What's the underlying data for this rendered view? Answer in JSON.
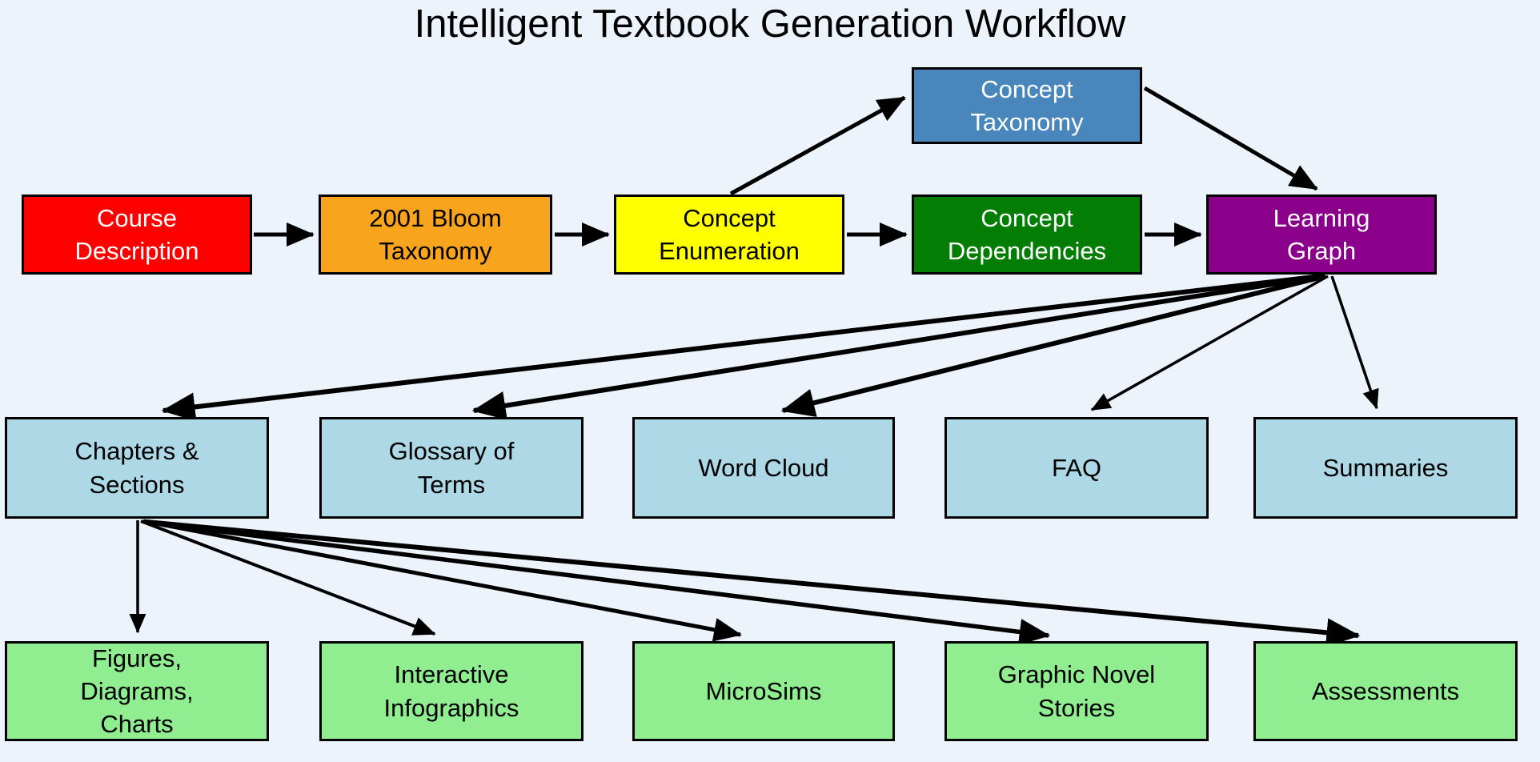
{
  "title": "Intelligent Textbook Generation Workflow",
  "colors": {
    "background": "#ECF3FB",
    "border": "#000000",
    "arrow": "#000000",
    "red": "#FF0000",
    "orange": "#F9A41D",
    "yellow": "#FFFF00",
    "green": "#047D04",
    "purple": "#8B008B",
    "steel_blue": "#4886BB",
    "light_blue": "#ADD8E6",
    "light_green": "#90EE90"
  },
  "nodes": {
    "course_description": {
      "lines": [
        "Course",
        "Description"
      ],
      "fill": "#FF0000",
      "text_color": "#FFFFFF"
    },
    "bloom_taxonomy": {
      "lines": [
        "2001 Bloom",
        "Taxonomy"
      ],
      "fill": "#F9A41D",
      "text_color": "#000000"
    },
    "concept_enumeration": {
      "lines": [
        "Concept",
        "Enumeration"
      ],
      "fill": "#FFFF00",
      "text_color": "#000000"
    },
    "concept_dependencies": {
      "lines": [
        "Concept",
        "Dependencies"
      ],
      "fill": "#047D04",
      "text_color": "#FFFFFF"
    },
    "learning_graph": {
      "lines": [
        "Learning",
        "Graph"
      ],
      "fill": "#8B008B",
      "text_color": "#FFFFFF"
    },
    "concept_taxonomy": {
      "lines": [
        "Concept",
        "Taxonomy"
      ],
      "fill": "#4886BB",
      "text_color": "#FFFFFF"
    },
    "chapters_sections": {
      "lines": [
        "Chapters &",
        "Sections"
      ],
      "fill": "#ADD8E6",
      "text_color": "#000000"
    },
    "glossary_of_terms": {
      "lines": [
        "Glossary of",
        "Terms"
      ],
      "fill": "#ADD8E6",
      "text_color": "#000000"
    },
    "word_cloud": {
      "lines": [
        "Word Cloud"
      ],
      "fill": "#ADD8E6",
      "text_color": "#000000"
    },
    "faq": {
      "lines": [
        "FAQ"
      ],
      "fill": "#ADD8E6",
      "text_color": "#000000"
    },
    "summaries": {
      "lines": [
        "Summaries"
      ],
      "fill": "#ADD8E6",
      "text_color": "#000000"
    },
    "figures_diagrams_charts": {
      "lines": [
        "Figures,",
        "Diagrams,",
        "Charts"
      ],
      "fill": "#90EE90",
      "text_color": "#000000"
    },
    "interactive_infographics": {
      "lines": [
        "Interactive",
        "Infographics"
      ],
      "fill": "#90EE90",
      "text_color": "#000000"
    },
    "microsims": {
      "lines": [
        "MicroSims"
      ],
      "fill": "#90EE90",
      "text_color": "#000000"
    },
    "graphic_novel_stories": {
      "lines": [
        "Graphic Novel",
        "Stories"
      ],
      "fill": "#90EE90",
      "text_color": "#000000"
    },
    "assessments": {
      "lines": [
        "Assessments"
      ],
      "fill": "#90EE90",
      "text_color": "#000000"
    }
  },
  "edges": [
    {
      "from": "course_description",
      "to": "bloom_taxonomy"
    },
    {
      "from": "bloom_taxonomy",
      "to": "concept_enumeration"
    },
    {
      "from": "concept_enumeration",
      "to": "concept_dependencies"
    },
    {
      "from": "concept_enumeration",
      "to": "concept_taxonomy"
    },
    {
      "from": "concept_taxonomy",
      "to": "learning_graph"
    },
    {
      "from": "concept_dependencies",
      "to": "learning_graph"
    },
    {
      "from": "learning_graph",
      "to": "chapters_sections"
    },
    {
      "from": "learning_graph",
      "to": "glossary_of_terms"
    },
    {
      "from": "learning_graph",
      "to": "word_cloud"
    },
    {
      "from": "learning_graph",
      "to": "faq"
    },
    {
      "from": "learning_graph",
      "to": "summaries"
    },
    {
      "from": "chapters_sections",
      "to": "figures_diagrams_charts"
    },
    {
      "from": "chapters_sections",
      "to": "interactive_infographics"
    },
    {
      "from": "chapters_sections",
      "to": "microsims"
    },
    {
      "from": "chapters_sections",
      "to": "graphic_novel_stories"
    },
    {
      "from": "chapters_sections",
      "to": "assessments"
    }
  ]
}
